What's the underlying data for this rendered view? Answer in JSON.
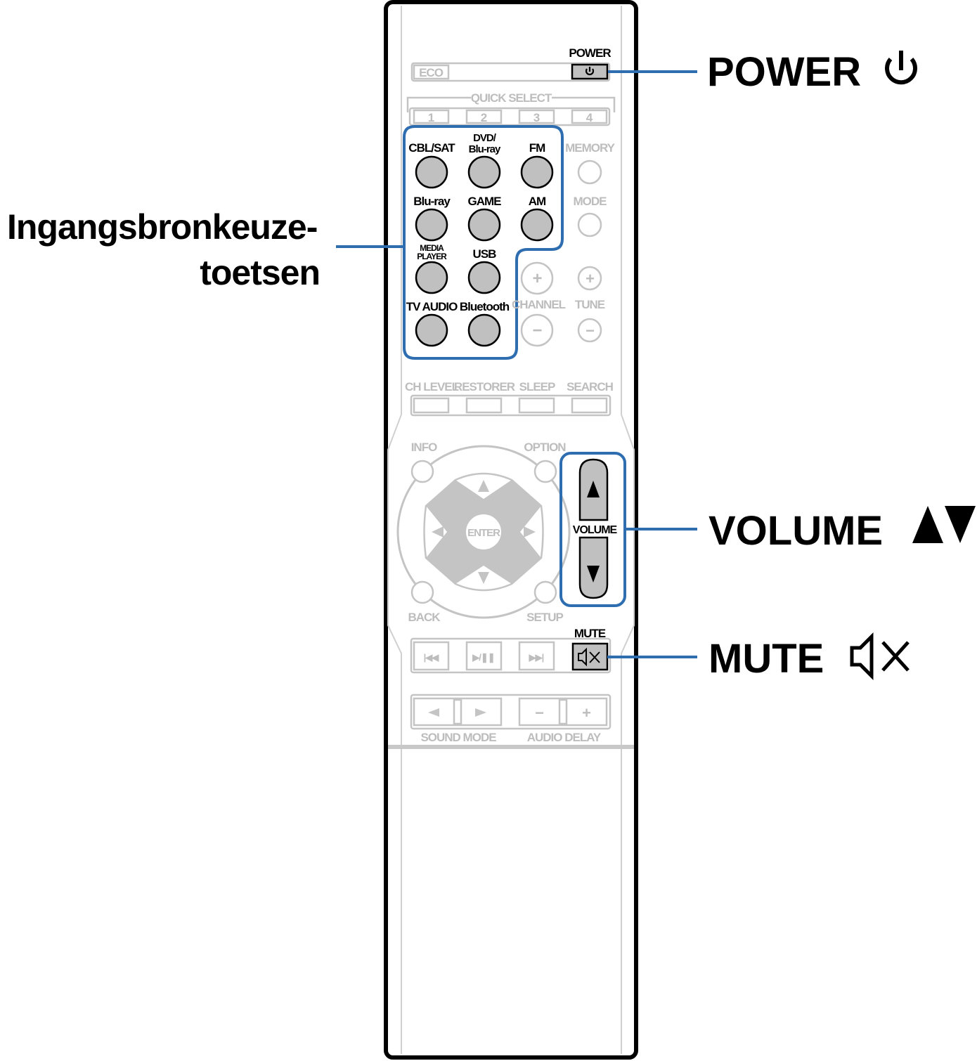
{
  "remote": {
    "power_label": "POWER",
    "eco_label": "ECO",
    "quick_select_label": "QUICK SELECT",
    "quick_select_buttons": [
      "1",
      "2",
      "3",
      "4"
    ],
    "source_buttons": [
      "CBL/SAT",
      "DVD/",
      "Blu-ray",
      "FM",
      "Blu-ray",
      "GAME",
      "AM",
      "MEDIA",
      "PLAYER",
      "USB",
      "TV AUDIO",
      "Bluetooth"
    ],
    "memory_label": "MEMORY",
    "mode_label": "MODE",
    "channel_label": "CHANNEL",
    "tune_label": "TUNE",
    "plus": "+",
    "minus": "−",
    "function_labels": [
      "CH LEVEL",
      "RESTORER",
      "SLEEP",
      "SEARCH"
    ],
    "info_label": "INFO",
    "option_label": "OPTION",
    "enter_label": "ENTER",
    "back_label": "BACK",
    "setup_label": "SETUP",
    "volume_label": "VOLUME",
    "mute_label": "MUTE",
    "transport": [
      "|◀◀",
      "▶/❚❚",
      "▶▶|"
    ],
    "sound_mode_label": "SOUND MODE",
    "audio_delay_label": "AUDIO DELAY"
  },
  "callouts": {
    "power": "POWER",
    "input_line1": "Ingangsbronkeuze-",
    "input_line2": "toetsen",
    "volume": "VOLUME",
    "mute": "MUTE"
  },
  "colors": {
    "accent": "#2e6eb0",
    "button": "#c0c0c0",
    "inactive": "#c4c4c4"
  }
}
